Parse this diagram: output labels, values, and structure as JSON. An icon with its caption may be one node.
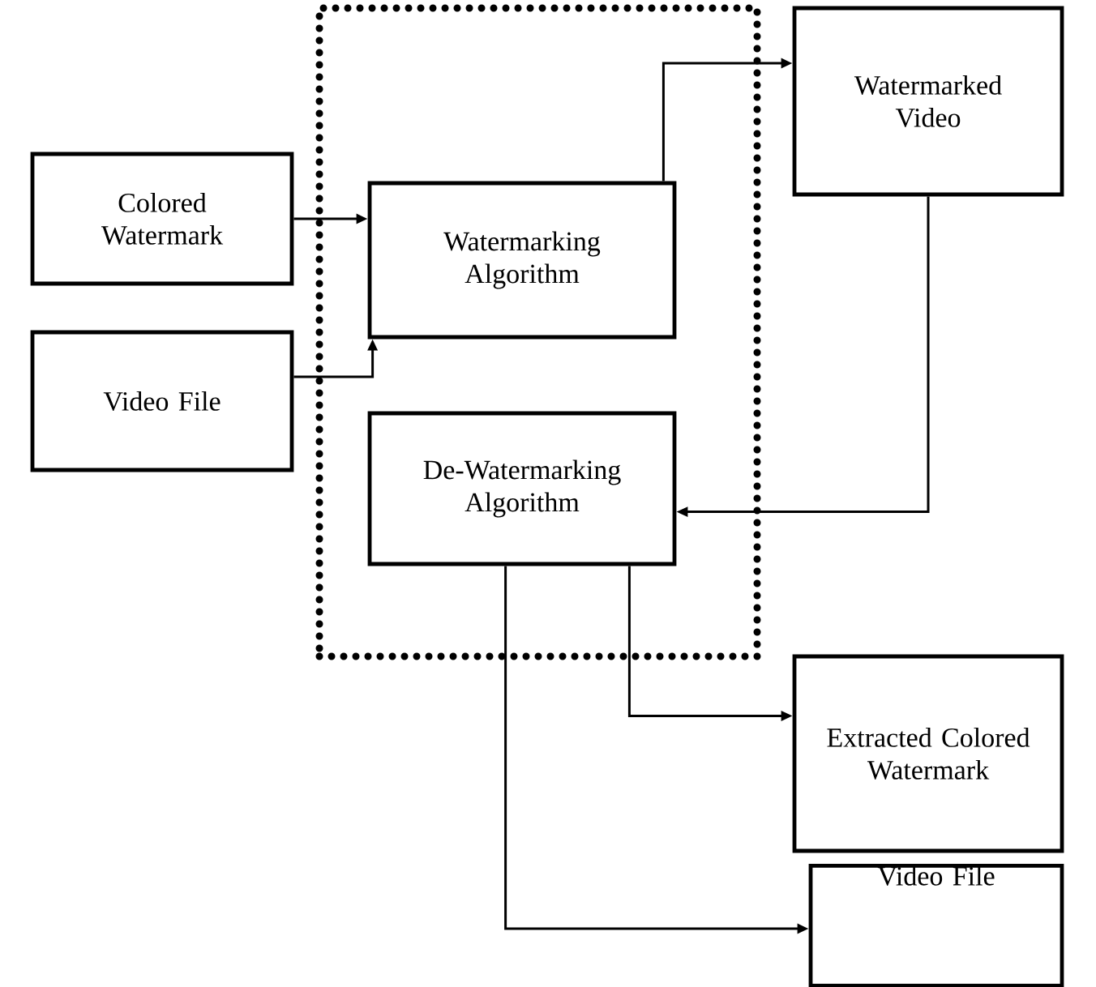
{
  "diagram": {
    "nodes": [
      {
        "text": [],
        "shape": "box"
      },
      {
        "text": [
          "Colored Watermark"
        ]
      },
      {
        "text": [
          "Video File"
        ]
      },
      {
        "text": [
          "Watermarking Algorithm"
        ],
        "in": 0
      },
      {
        "text": [
          "Watermarked Video"
        ]
      },
      {
        "text": [
          "De-Watermarking Algorithm"
        ],
        "in": 0
      },
      {
        "text": [
          "Extracted Colored Watermark"
        ]
      },
      {
        "text": [
          "Video File"
        ]
      }
    ],
    "edges": [
      {
        "from": 1,
        "to": 3,
        "arrow": "to"
      },
      {
        "from": 2,
        "to": 3,
        "arrow": "to"
      },
      {
        "from": 3,
        "to": 4,
        "arrow": "to"
      },
      {
        "from": 4,
        "to": 5,
        "arrow": "to"
      },
      {
        "from": 5,
        "to": 6,
        "arrow": "to"
      },
      {
        "from": 5,
        "to": 7,
        "arrow": "to"
      }
    ]
  }
}
